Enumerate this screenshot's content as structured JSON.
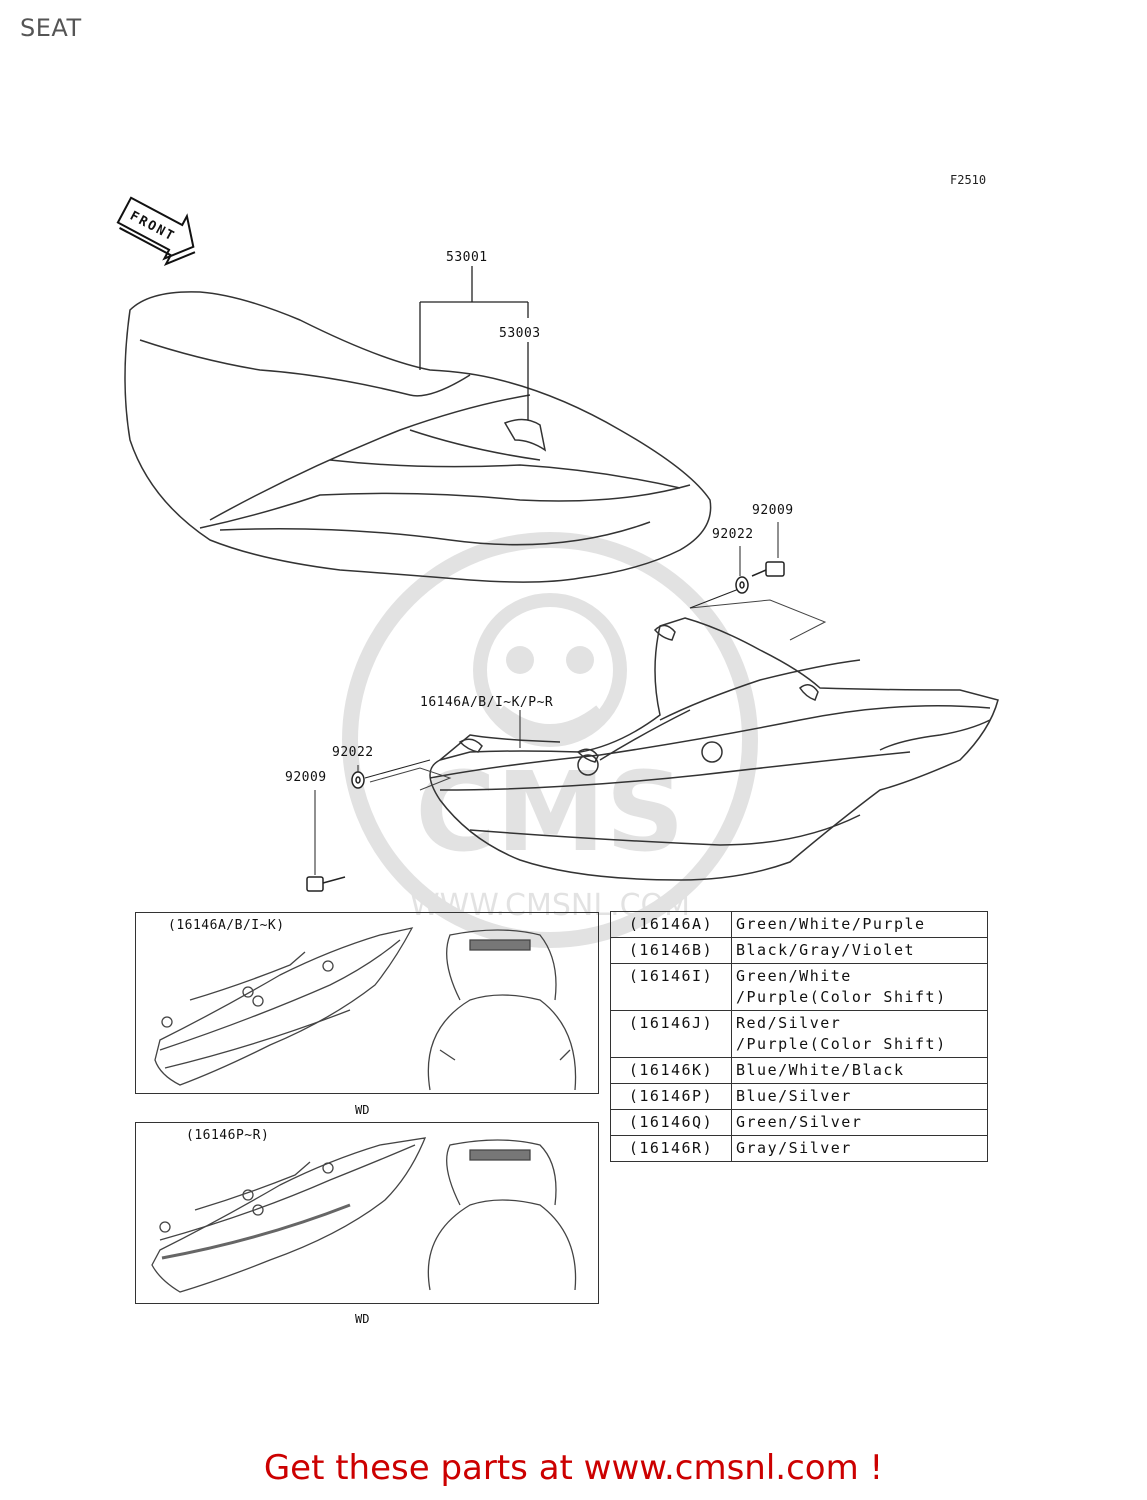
{
  "page": {
    "title": "SEAT"
  },
  "figure": {
    "code": "F2510"
  },
  "front_arrow": {
    "text": "FRONT"
  },
  "labels": {
    "seat": "53001",
    "seat_part": "53003",
    "bolt_right": "92009",
    "washer_right": "92022",
    "cover": "16146A/B/I~K/P~R",
    "washer_left": "92022",
    "bolt_left": "92009"
  },
  "variant_boxes": [
    {
      "label": "(16146A/B/I~K)",
      "footer": "WD"
    },
    {
      "label": "(16146P~R)",
      "footer": "WD"
    }
  ],
  "color_table": [
    {
      "code": "(16146A)",
      "colors": [
        "Green/White/Purple"
      ]
    },
    {
      "code": "(16146B)",
      "colors": [
        "Black/Gray/Violet"
      ]
    },
    {
      "code": "(16146I)",
      "colors": [
        "Green/White",
        "/Purple(Color Shift)"
      ]
    },
    {
      "code": "(16146J)",
      "colors": [
        "Red/Silver",
        "/Purple(Color Shift)"
      ]
    },
    {
      "code": "(16146K)",
      "colors": [
        "Blue/White/Black"
      ]
    },
    {
      "code": "(16146P)",
      "colors": [
        "Blue/Silver"
      ]
    },
    {
      "code": "(16146Q)",
      "colors": [
        "Green/Silver"
      ]
    },
    {
      "code": "(16146R)",
      "colors": [
        "Gray/Silver"
      ]
    }
  ],
  "watermark": {
    "text": "CMS",
    "url": "WWW.CMSNL.COM"
  },
  "cta": {
    "text": "Get these parts at www.cmsnl.com !"
  },
  "colors": {
    "cta": "#cc0000",
    "line": "#222222"
  }
}
